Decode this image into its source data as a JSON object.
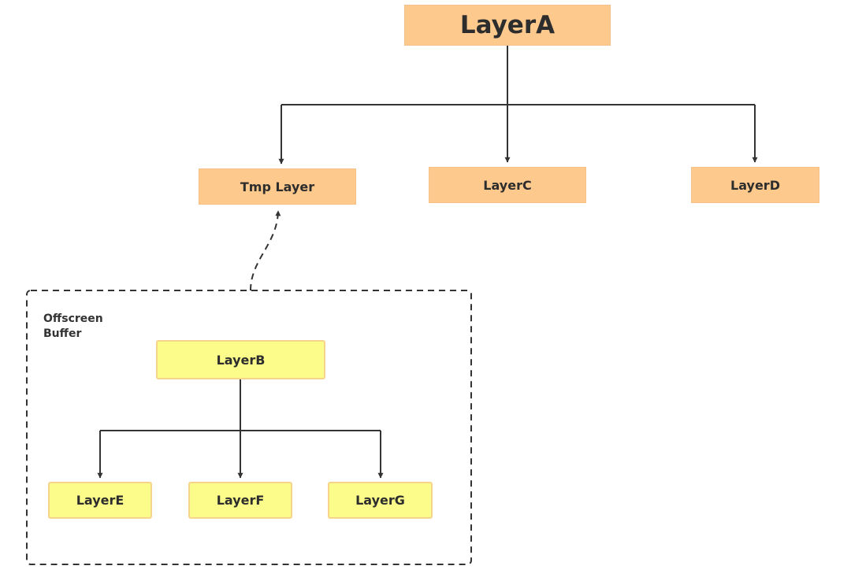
{
  "diagram": {
    "root": {
      "label": "LayerA"
    },
    "children": [
      {
        "id": "tmp",
        "label": "Tmp Layer"
      },
      {
        "id": "layer-c",
        "label": "LayerC"
      },
      {
        "id": "layer-d",
        "label": "LayerD"
      }
    ],
    "offscreen_buffer": {
      "label_line1": "Offscreen",
      "label_line2": "Buffer",
      "root": {
        "label": "LayerB"
      },
      "children": [
        {
          "id": "layer-e",
          "label": "LayerE"
        },
        {
          "id": "layer-f",
          "label": "LayerF"
        },
        {
          "id": "layer-g",
          "label": "LayerG"
        }
      ]
    },
    "colors": {
      "top_level_fill": "#fec98d",
      "offscreen_fill": "#fcfc8a",
      "offscreen_border": "#f7d48b",
      "connector": "#333333"
    }
  }
}
